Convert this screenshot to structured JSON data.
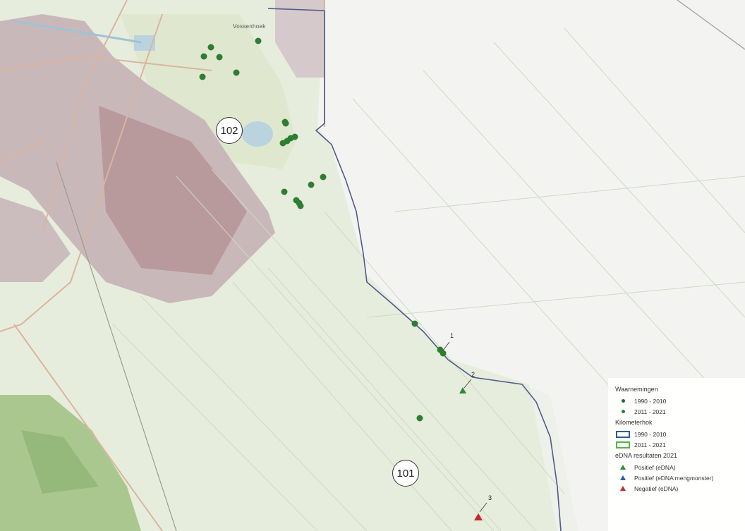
{
  "map": {
    "street_label": "Vossenhoek",
    "area_labels": [
      {
        "id": "102",
        "text": "102"
      },
      {
        "id": "101",
        "text": "101"
      }
    ],
    "callouts": [
      {
        "id": "c1",
        "text": "1"
      },
      {
        "id": "c2",
        "text": "2"
      },
      {
        "id": "c3",
        "text": "3"
      }
    ],
    "colors": {
      "obs_1990_2010": "#1f6b3a",
      "obs_2011_2021": "#2e7d32",
      "km_1990_2010": "#2b5d9c",
      "km_2011_2021": "#56b04a",
      "edna_positive": "#2d8a3a",
      "edna_mixed": "#2a5fa8",
      "edna_negative": "#c62828",
      "boundary": "#505a8c",
      "urban": "#b89a9c"
    }
  },
  "legend": {
    "obs_title": "Waarnemingen",
    "obs_1990_2010": "1990 - 2010",
    "obs_2011_2021": "2011 - 2021",
    "km_title": "Kilometerhok",
    "km_1990_2010": "1990 - 2010",
    "km_2011_2021": "2011 - 2021",
    "edna_title": "eDNA resultaten 2021",
    "edna_positive": "Positief (eDNA)",
    "edna_mixed": "Positief (eDNA mengmonster)",
    "edna_negative": "Negatief (eDNA)"
  }
}
